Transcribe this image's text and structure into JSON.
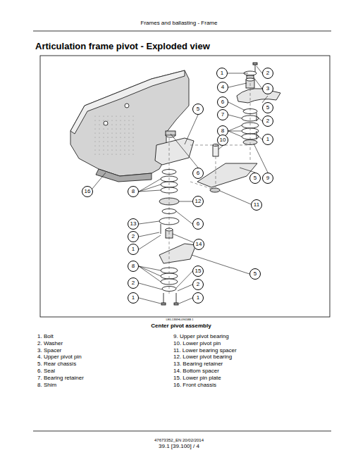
{
  "diagram": {
    "title": "Articulation frame pivot - Exploded view",
    "caption": "Center pivot assembly",
    "labels": [
      "Frames and ballasting - Frame",
      "LEIL13WHL0965BB 1",
      "1",
      "2",
      "4",
      "3",
      "5",
      "6",
      "5",
      "7",
      "2",
      "8",
      "10",
      "1",
      "6",
      "5",
      "9",
      "16",
      "8",
      "12",
      "11",
      "13",
      "6",
      "2",
      "1",
      "14",
      "5",
      "8",
      "15",
      "2",
      "2",
      "1",
      "1",
      "1. Bolt",
      "2. Washer",
      "3. Spacer",
      "4. Upper pivot pin",
      "5. Rear chassis",
      "6. Seal",
      "7. Bearing retainer",
      "8. Shim",
      "9. Upper pivot bearing",
      "10. Lower pivot pin",
      "11. Lower bearing spacer",
      "12. Lower pivot bearing",
      "13. Bearing retainer",
      "14. Bottom spacer",
      "15. Lower pin plate",
      "16. Front chassis",
      "47673352_EN 20/02/2014",
      "39.1 [39.100] / 4"
    ]
  }
}
